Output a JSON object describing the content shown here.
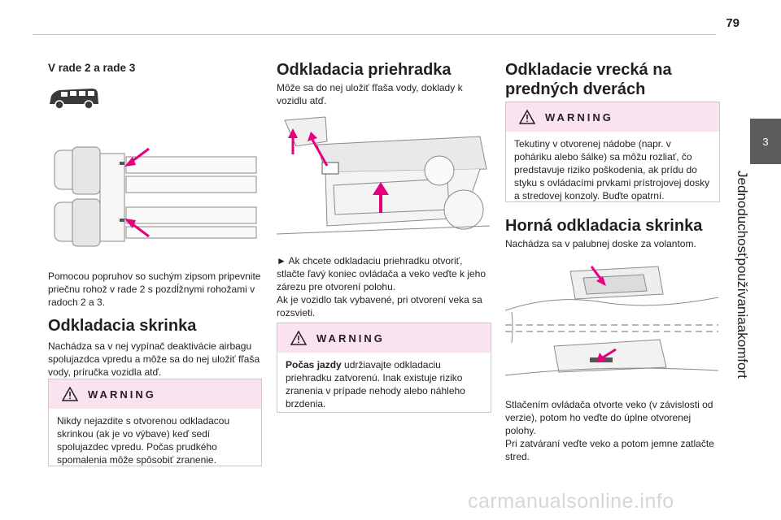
{
  "page_number": "79",
  "chapter": {
    "number": "3",
    "title": "Jednoduchosťpoužívaniaakomfort"
  },
  "col1": {
    "heading": "V rade 2 a rade 3",
    "paragraph": "Pomocou popruhov so suchým zipsom pripevnite priečnu rohož v rade 2 s pozdĺžnymi rohožami v radoch 2 a 3.",
    "section_title": "Odkladacia skrinka",
    "section_text": "Nachádza sa v nej vypínač deaktivácie airbagu spolujazdca vpredu a môže sa do nej uložiť fľaša vody, príručka vozidla atď.",
    "warning_label": "WARNING",
    "warning_text": "Nikdy nejazdite s otvorenou odkladacou skrinkou (ak je vo výbave) keď sedí spolujazdec vpredu. Počas prudkého spomalenia môže spôsobiť zranenie."
  },
  "col2": {
    "section_title": "Odkladacia priehradka",
    "section_text": "Môže sa do nej uložiť fľaša vody, doklady k vozidlu atď.",
    "instruction": "► Ak chcete odkladaciu priehradku otvoriť, stlačte ľavý koniec ovládača a veko veďte k jeho zárezu pre otvorení polohu.",
    "note": "Ak je vozidlo tak vybavené, pri otvorení veka sa rozsvieti.",
    "warning_label": "WARNING",
    "warning_bold": "Počas jazdy",
    "warning_text": " udržiavajte odkladaciu priehradku zatvorenú. Inak existuje riziko zranenia v prípade nehody alebo náhleho brzdenia."
  },
  "col3": {
    "section_title": "Odkladacie vrecká na predných dverách",
    "warning_label": "WARNING",
    "warning_text": "Tekutiny v otvorenej nádobe (napr. v poháriku alebo šálke) sa môžu rozliať, čo predstavuje riziko poškodenia, ak prídu do styku s ovládacími prvkami prístrojovej dosky a stredovej konzoly. Buďte opatrní.",
    "subsection_title": "Horná odkladacia skrinka",
    "subsection_text": "Nachádza sa v palubnej doske za volantom.",
    "instruction": "Stlačením ovládača otvorte veko (v závislosti od verzie), potom ho veďte do úplne otvorenej polohy.",
    "note": "Pri zatváraní veďte veko a potom jemne zatlačte stred."
  },
  "watermark": "carmanualsonline.info",
  "colors": {
    "warning_bg": "#fbe2ef",
    "arrow": "#e5007e",
    "tab": "#5d5d5d",
    "rule": "#c9c9c9"
  }
}
